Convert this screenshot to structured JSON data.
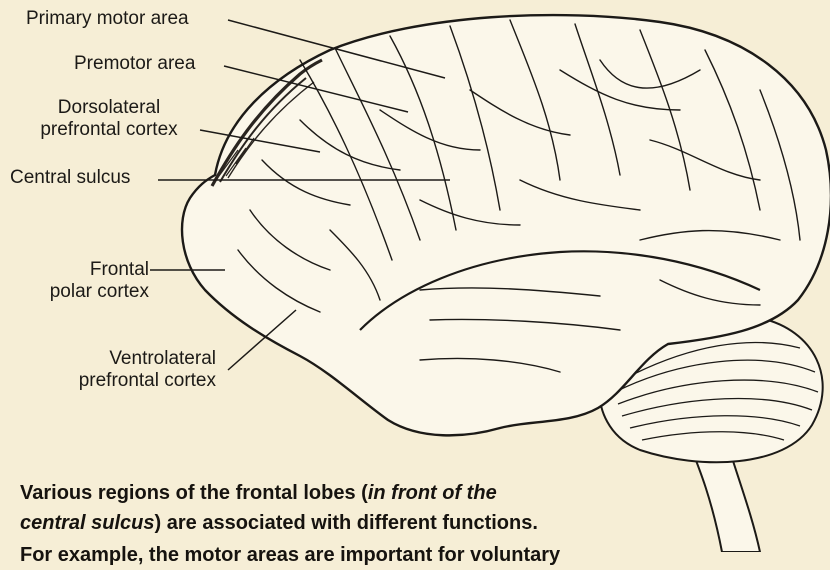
{
  "labels": {
    "primary_motor": "Primary motor area",
    "premotor": "Premotor area",
    "dorsolateral": [
      "Dorsolateral",
      "prefrontal cortex"
    ],
    "central_sulcus": "Central sulcus",
    "frontal_polar": [
      "Frontal",
      "polar cortex"
    ],
    "ventrolateral": [
      "Ventrolateral",
      "prefrontal cortex"
    ]
  },
  "caption": {
    "line1_prefix": "Various regions of the frontal lobes (",
    "line1_italic": "in front of the",
    "line2_italic": "central sulcus",
    "line2_suffix": ") are associated with different functions.",
    "line3": "For example, the motor areas are important for voluntary"
  },
  "colors": {
    "background": "#f6eed6",
    "ink": "#1c1a17",
    "brain_fill": "#fbf7ea"
  }
}
